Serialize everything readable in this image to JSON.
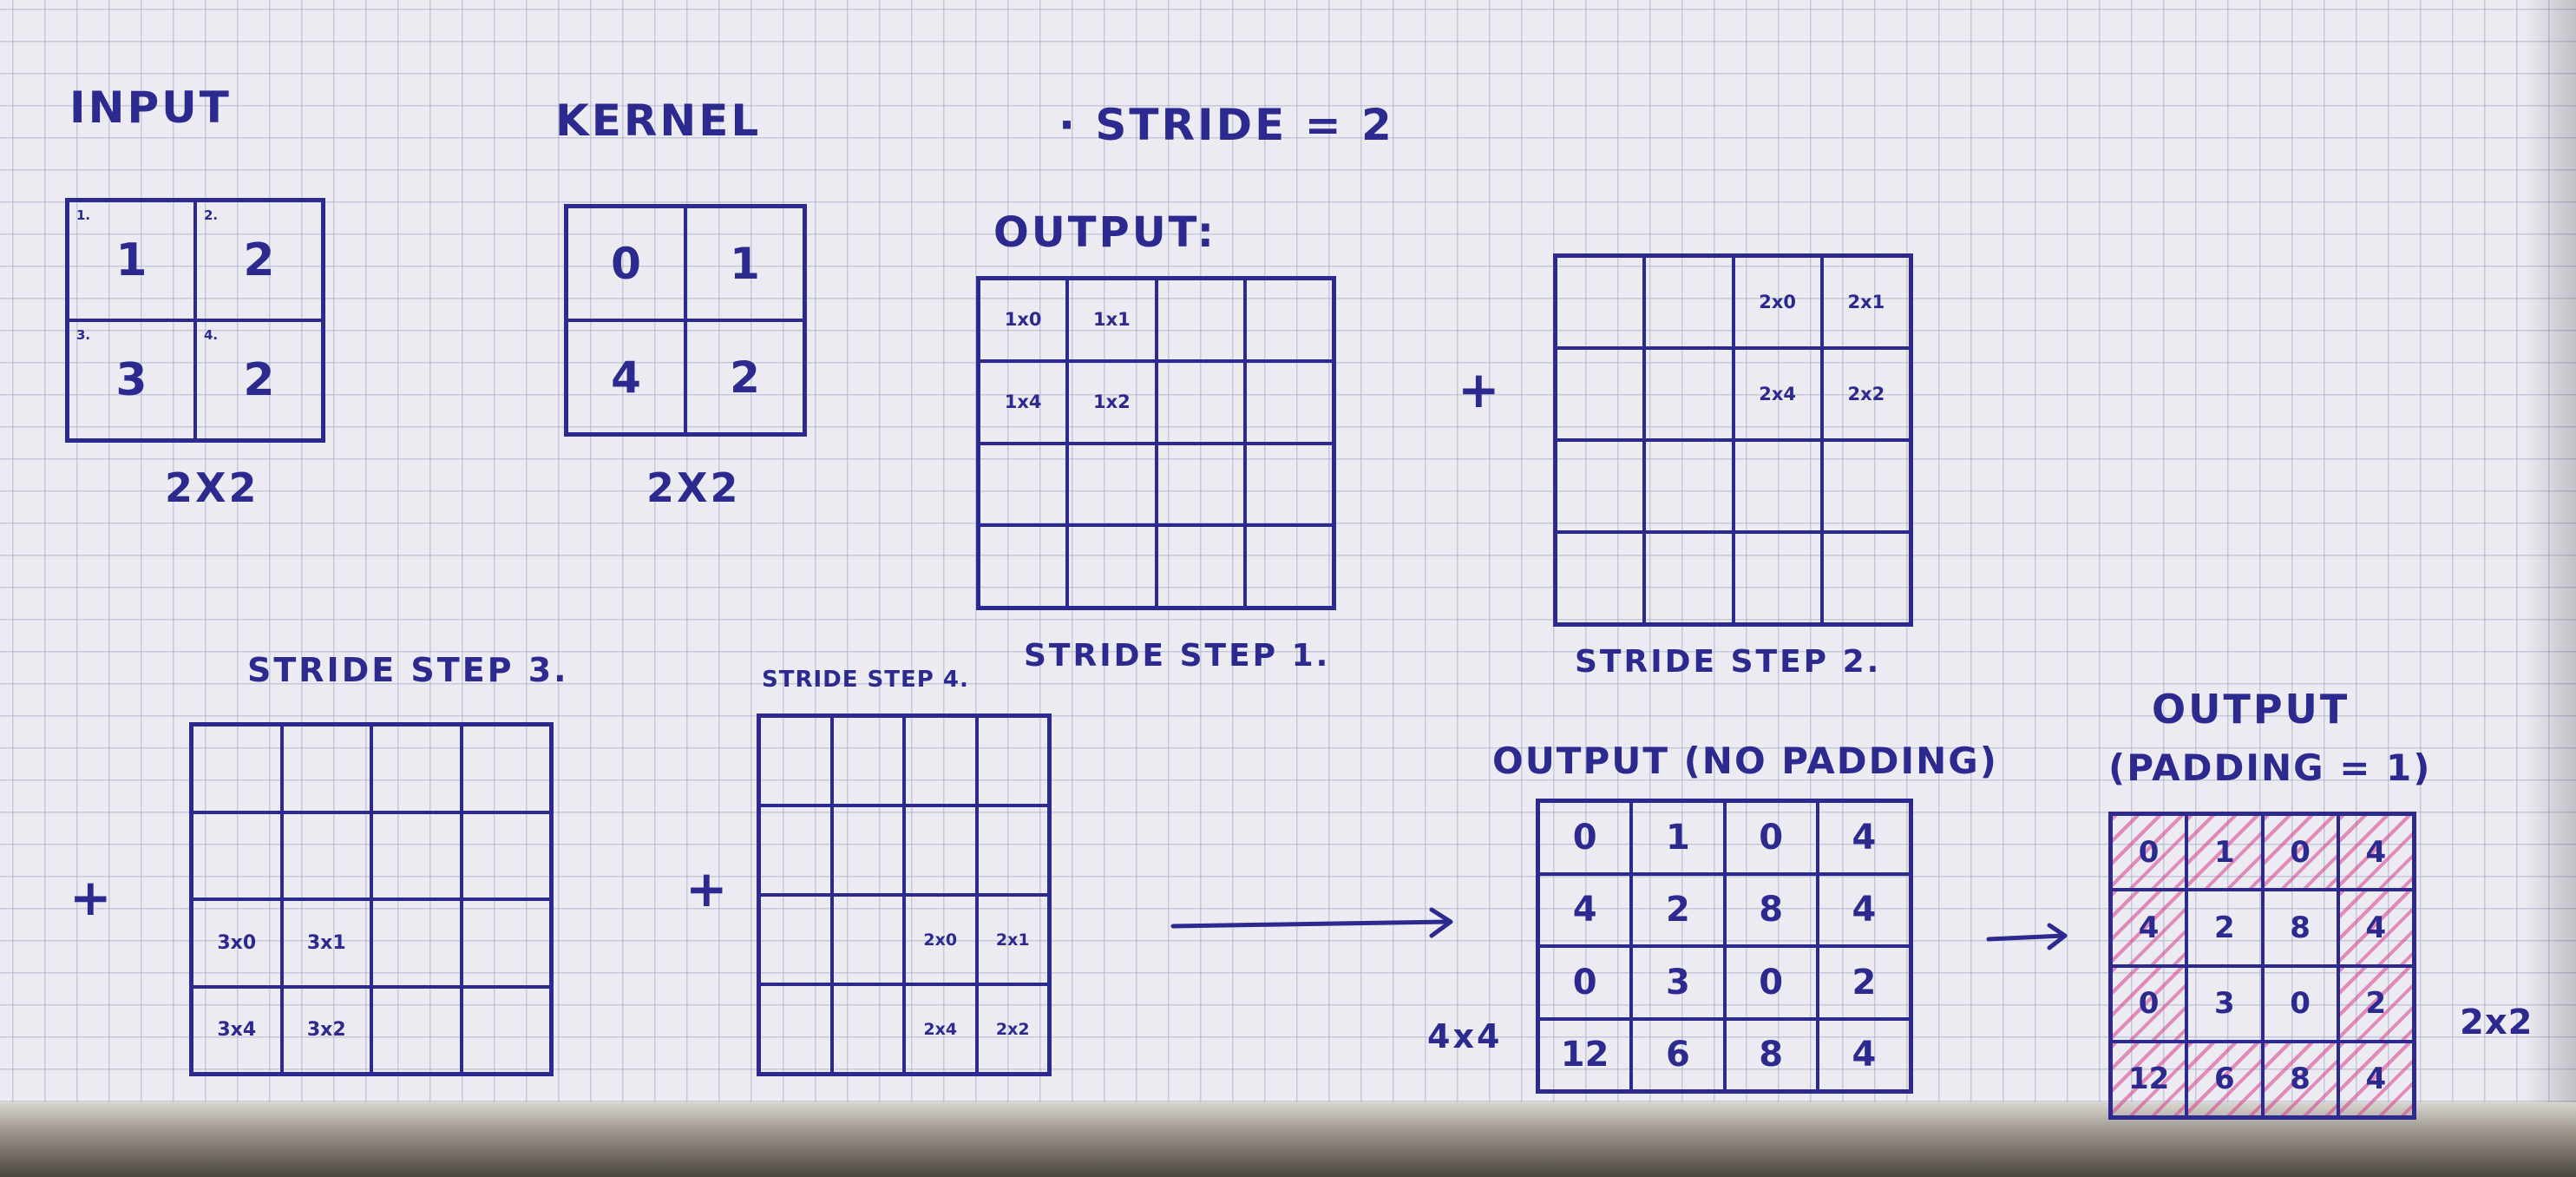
{
  "input": {
    "title": "INPUT",
    "size": "2X2",
    "indices": [
      "1.",
      "2.",
      "3.",
      "4."
    ],
    "values": [
      "1",
      "2",
      "3",
      "2"
    ]
  },
  "kernel": {
    "title": "KERNEL",
    "size": "2X2",
    "values": [
      "0",
      "1",
      "4",
      "2"
    ]
  },
  "stride_label": "· STRIDE = 2",
  "output_label": "OUTPUT:",
  "step1": {
    "label": "STRIDE STEP 1.",
    "cells": [
      "1x0",
      "1x1",
      "1x4",
      "1x2"
    ]
  },
  "step2": {
    "label": "STRIDE STEP 2.",
    "cells": [
      "2x0",
      "2x1",
      "2x4",
      "2x2"
    ]
  },
  "step3": {
    "label": "STRIDE STEP 3.",
    "cells": [
      "3x0",
      "3x1",
      "3x4",
      "3x2"
    ]
  },
  "step4": {
    "label": "STRIDE STEP 4.",
    "cells": [
      "2x0",
      "2x1",
      "2x4",
      "2x2"
    ]
  },
  "plus": "+",
  "output_no_padding": {
    "title": "OUTPUT (NO PADDING)",
    "size": "4x4",
    "values": [
      "0",
      "1",
      "0",
      "4",
      "4",
      "2",
      "8",
      "4",
      "0",
      "3",
      "0",
      "2",
      "12",
      "6",
      "8",
      "4"
    ]
  },
  "output_padding": {
    "title_line1": "OUTPUT",
    "title_line2": "(PADDING = 1)",
    "size": "2x2",
    "values": [
      "0",
      "1",
      "0",
      "4",
      "4",
      "2",
      "8",
      "4",
      "0",
      "3",
      "0",
      "2",
      "12",
      "6",
      "8",
      "4"
    ]
  },
  "colors": {
    "ink": "#2c2a8e",
    "hatch": "#d63c8c",
    "paper": "#ecebf2"
  }
}
